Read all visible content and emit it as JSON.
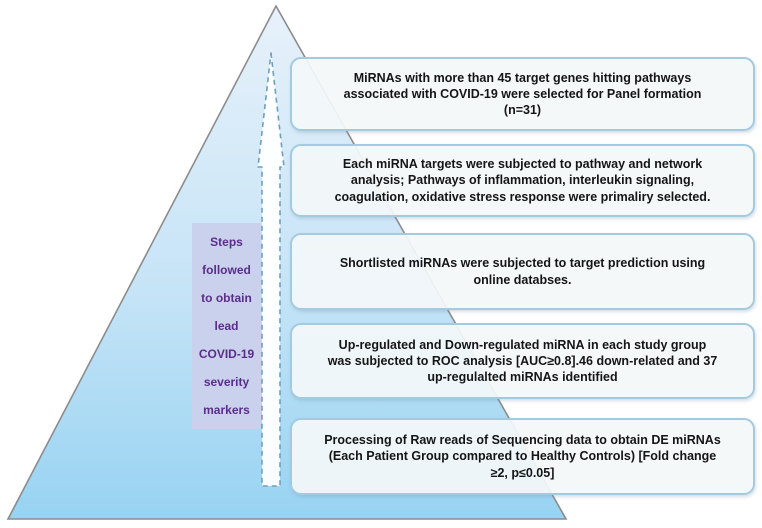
{
  "figure": {
    "type": "pyramid-flow-diagram",
    "description_label": {
      "text": "Steps\nfollowed\nto obtain\nlead\nCOVID-19\nseverity\nmarkers"
    },
    "flow_direction": "bottom-to-top",
    "steps": [
      {
        "position": "top",
        "text": "MiRNAs with more than 45 target genes  hitting pathways\nassociated with COVID-19 were selected for Panel formation\n(n=31)"
      },
      {
        "position": "second",
        "text": "Each miRNA targets were subjected to pathway  and network\nanalysis; Pathways of  inflammation, interleukin signaling,\ncoagulation, oxidative stress response  were primaliry selected."
      },
      {
        "position": "third",
        "text": "Shortlisted miRNAs were subjected to target prediction using\nonline databses."
      },
      {
        "position": "fourth",
        "text": "Up-regulated and Down-regulated miRNA in each study group\nwas subjected to ROC analysis [AUC≥0.8].46 down-related and 37\nup-regulalted miRNAs identified"
      },
      {
        "position": "bottom",
        "text": "Processing of Raw reads of Sequencing data to obtain DE miRNAs\n(Each Patient Group compared to Healthy Controls) [Fold change\n≥2, p≤0.05]"
      }
    ],
    "colors": {
      "triangle_top": "#e7f1fa",
      "triangle_mid": "#c6e4f7",
      "triangle_bottom": "#97d3f2",
      "triangle_border": "#8c8c8c",
      "box_border": "#a3cbdf",
      "box_fill": "#f3f7f9",
      "label_fill": "#c9d1ec",
      "label_text": "#5b2d8a",
      "arrow_stroke": "#6f9fbe"
    }
  }
}
